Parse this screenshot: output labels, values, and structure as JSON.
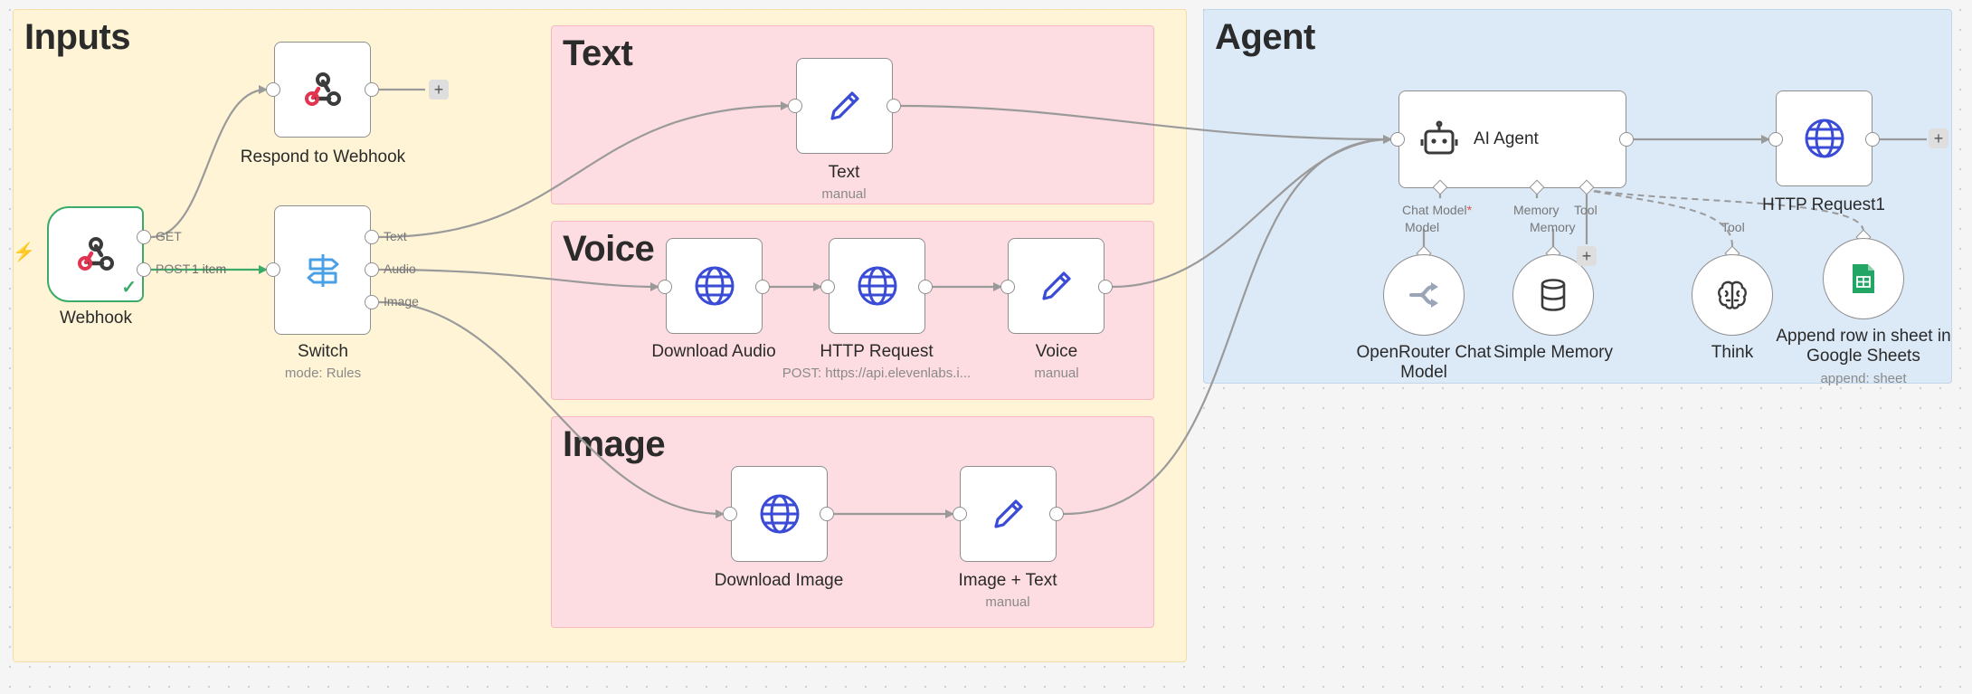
{
  "groups": {
    "inputs": "Inputs",
    "text": "Text",
    "voice": "Voice",
    "image": "Image",
    "agent": "Agent"
  },
  "nodes": {
    "webhook": {
      "label": "Webhook",
      "icon": "webhook-icon"
    },
    "respond": {
      "label": "Respond to Webhook",
      "icon": "webhook-icon"
    },
    "switch": {
      "label": "Switch",
      "sub": "mode: Rules",
      "icon": "signpost-icon"
    },
    "text": {
      "label": "Text",
      "sub": "manual",
      "icon": "pencil-icon"
    },
    "download_audio": {
      "label": "Download Audio",
      "icon": "globe-icon"
    },
    "http_request": {
      "label": "HTTP Request",
      "sub": "POST: https://api.elevenlabs.i...",
      "icon": "globe-icon"
    },
    "voice": {
      "label": "Voice",
      "sub": "manual",
      "icon": "pencil-icon"
    },
    "download_image": {
      "label": "Download Image",
      "icon": "globe-icon"
    },
    "image_text": {
      "label": "Image + Text",
      "sub": "manual",
      "icon": "pencil-icon"
    },
    "ai_agent": {
      "label": "AI Agent",
      "icon": "robot-icon"
    },
    "http_request1": {
      "label": "HTTP Request1",
      "icon": "globe-icon"
    },
    "openrouter": {
      "label": "OpenRouter Chat Model",
      "icon": "openrouter-icon"
    },
    "memory": {
      "label": "Simple Memory",
      "icon": "database-icon"
    },
    "think": {
      "label": "Think",
      "icon": "brain-icon"
    },
    "sheets": {
      "label": "Append row in sheet in Google Sheets",
      "sub": "append: sheet",
      "icon": "google-sheets-icon"
    }
  },
  "ports": {
    "get": "GET",
    "post": "POST",
    "sw_text": "Text",
    "sw_audio": "Audio",
    "sw_image": "Image",
    "chat_model": "Chat Model",
    "chat_model_required": "*",
    "memory": "Memory",
    "tool": "Tool",
    "model_in": "Model",
    "memory_in": "Memory",
    "tool_in": "Tool"
  },
  "connections": {
    "post_items": "1 item"
  },
  "colors": {
    "accent_blue": "#3a4bd6",
    "success_green": "#3cab6a",
    "sheets_green": "#23a566",
    "edge_gray": "#9a9a9a"
  }
}
